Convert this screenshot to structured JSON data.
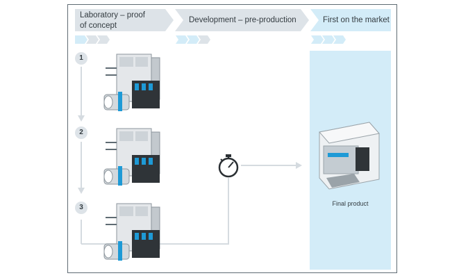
{
  "phases": [
    {
      "label_line1": "Laboratory – proof",
      "label_line2": "of concept"
    },
    {
      "label_line1": "Development – pre-production",
      "label_line2": ""
    },
    {
      "label_line1": "First on the market",
      "label_line2": ""
    }
  ],
  "steps": [
    "1",
    "2",
    "3"
  ],
  "final_product_label": "Final product",
  "colors": {
    "phase_header": "#dde3e8",
    "phase_header_active": "#d3ecf8",
    "market_panel": "#d3ecf8",
    "chevron_light": "#d3ecf8",
    "arrow": "#d5dbe0",
    "frame": "#5f6b73",
    "accent_blue": "#1e9ad6"
  },
  "icons": {
    "timer": "stopwatch-icon",
    "device": "valve-terminal-module",
    "product": "final-product-machine"
  }
}
